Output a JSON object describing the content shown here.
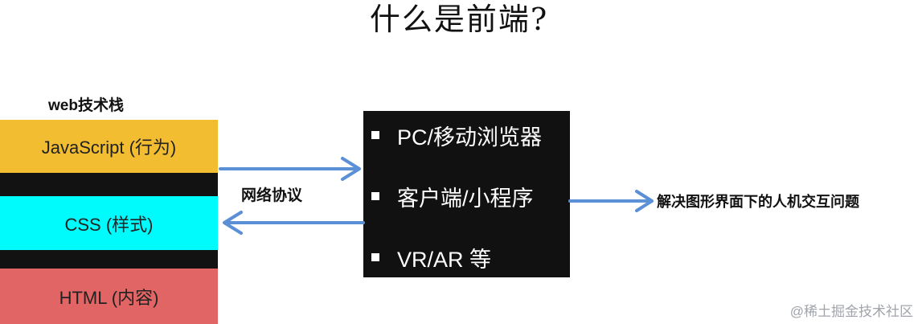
{
  "title": "什么是前端?",
  "stack": {
    "label": "web技术栈",
    "layers": [
      {
        "text": "JavaScript (行为)",
        "color": "#f2bd31"
      },
      {
        "text": "CSS (样式)",
        "color": "#00fbfd"
      },
      {
        "text": "HTML (内容)",
        "color": "#e16565"
      }
    ],
    "spacer_color": "#121212"
  },
  "protocol_label": "网络协议",
  "clients": {
    "background": "#111111",
    "items": [
      "PC/移动浏览器",
      "客户端/小程序",
      "VR/AR 等"
    ]
  },
  "goal_label": "解决图形界面下的人机交互问题",
  "arrow_color": "#5b8fd6",
  "watermark": "@稀土掘金技术社区"
}
